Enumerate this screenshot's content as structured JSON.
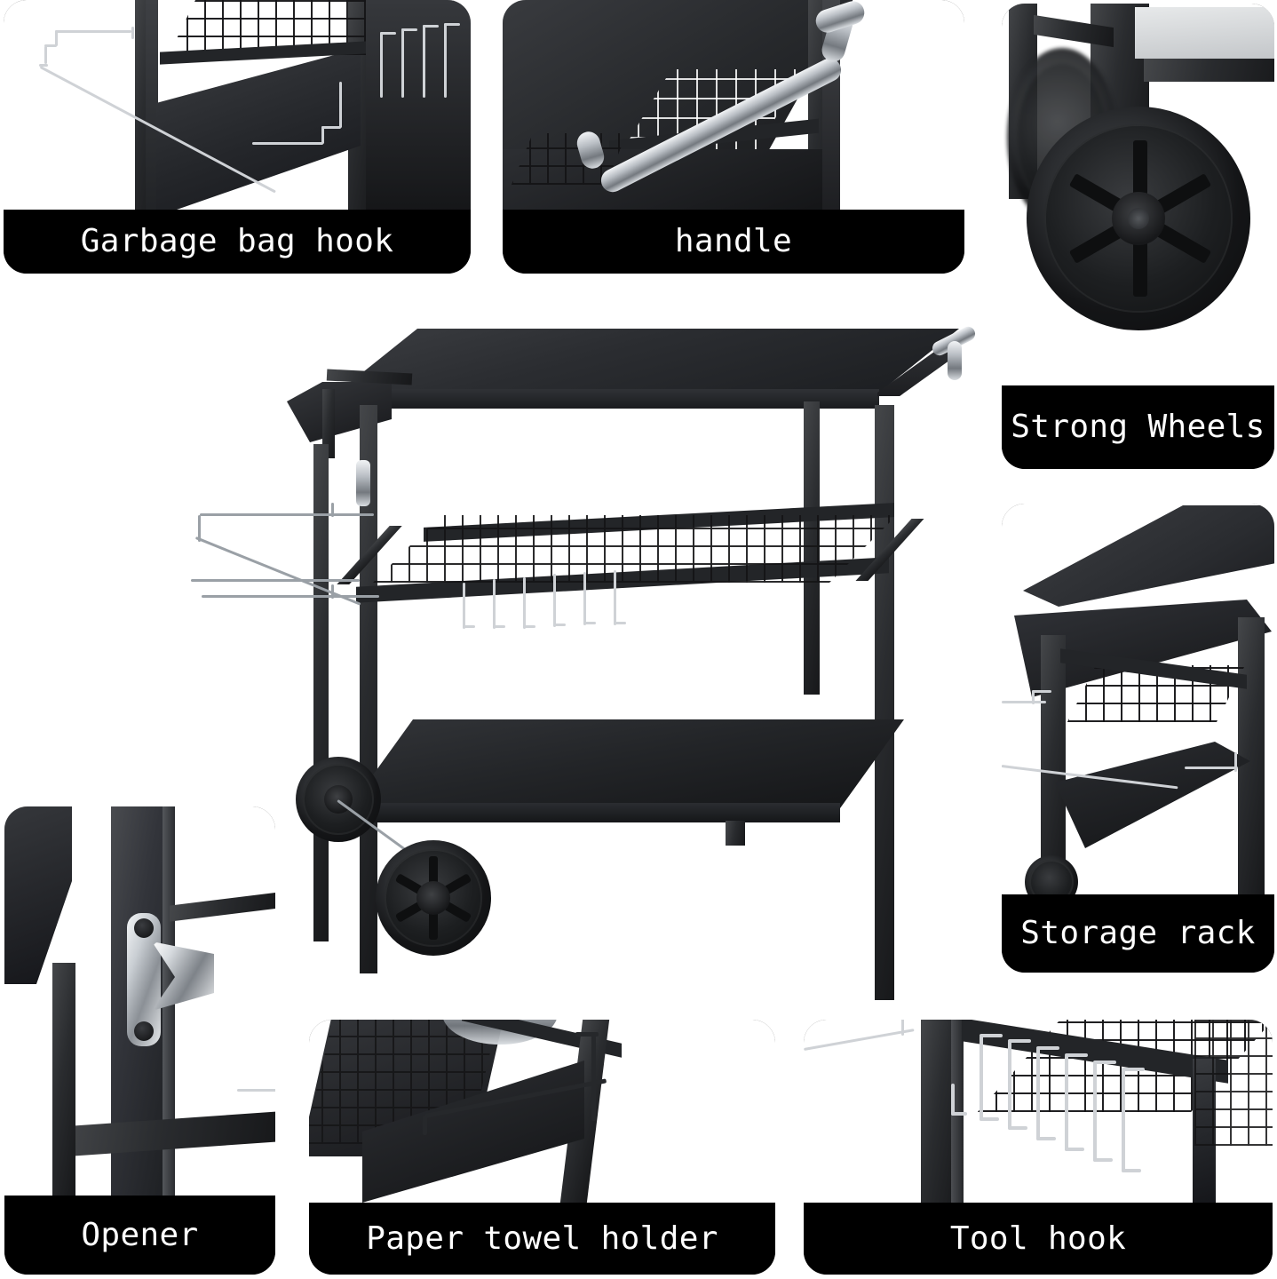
{
  "page": {
    "background_color": "#ffffff",
    "caption_background_color": "#000000",
    "caption_text_color": "#ffffff",
    "product_color": "#232528",
    "accent_metal_color": "#cfd2d6"
  },
  "panels": [
    {
      "id": "garbage-bag-hook",
      "label": "Garbage bag hook",
      "position": "top-left",
      "photo_description": "wire garbage bag hook attached to cart frame leg with hanging tool hooks at right"
    },
    {
      "id": "handle",
      "label": "handle",
      "position": "top-center",
      "photo_description": "stainless steel tubular side handle mounted beside the wire storage rack"
    },
    {
      "id": "strong-wheels",
      "label": "Strong Wheels",
      "position": "top-right",
      "photo_description": "close-up of black treaded six spoke wheel under the cart frame"
    },
    {
      "id": "storage-rack",
      "label": "Storage rack",
      "position": "middle-right",
      "photo_description": "angled view of the tabletop, side tray and lower wire mesh storage rack"
    },
    {
      "id": "opener",
      "label": "Opener",
      "position": "bottom-left",
      "photo_description": "chrome bottle opener bolted to the black square tube leg"
    },
    {
      "id": "paper-towel-holder",
      "label": "Paper towel holder",
      "position": "bottom-center",
      "photo_description": "paper towel holder bar mounted along the side of the cart under the mesh shelf"
    },
    {
      "id": "tool-hook",
      "label": "Tool hook",
      "position": "bottom-right",
      "photo_description": "six chrome S shaped tool hooks hanging from the rail below the wire mesh rack"
    }
  ],
  "hero": {
    "id": "product-hero",
    "alt": "Black steel rolling grill prep cart with tabletop, wire mesh middle shelf, solid bottom shelf, two wheels, side tray, tool hooks and garbage bag hooks"
  }
}
